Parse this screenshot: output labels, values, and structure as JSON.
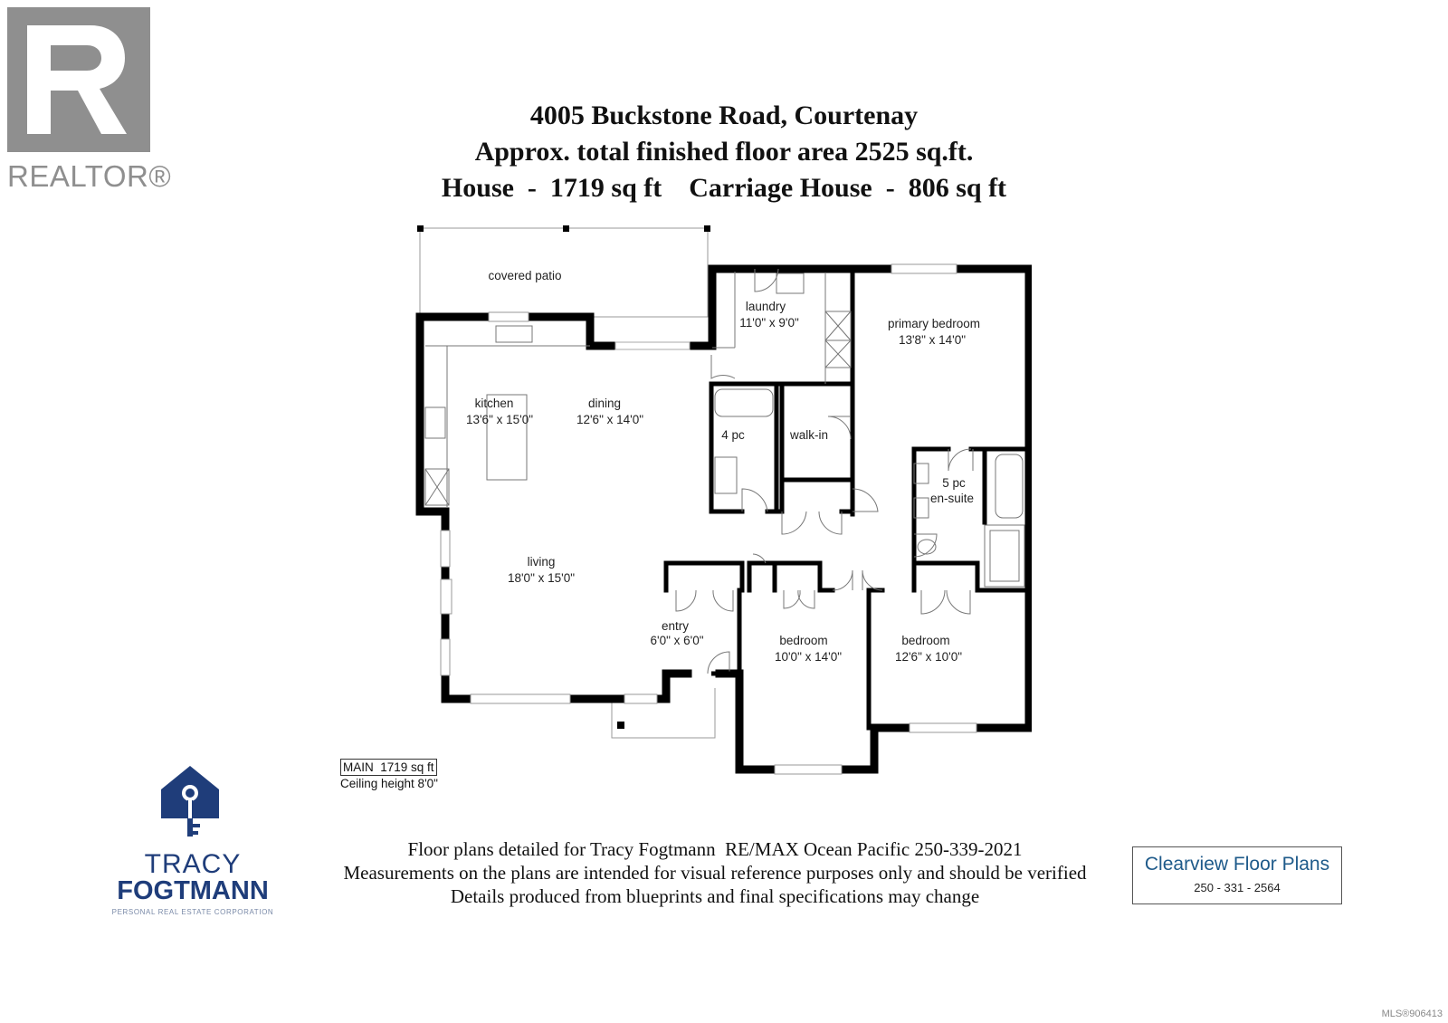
{
  "realtor": {
    "text": "REALTOR®"
  },
  "title": {
    "line1": "4005 Buckstone Road, Courtenay",
    "line2": "Approx. total finished floor area 2525 sq.ft.",
    "line3": "House  -  1719 sq ft    Carriage House  -  806 sq ft"
  },
  "rooms": {
    "covered_patio": "covered patio",
    "laundry": {
      "name": "laundry",
      "size": "11'0\" x 9'0\""
    },
    "primary_bedroom": {
      "name": "primary bedroom",
      "size": "13'8\" x 14'0\""
    },
    "kitchen": {
      "name": "kitchen",
      "size": "13'6\" x 15'0\""
    },
    "dining": {
      "name": "dining",
      "size": "12'6\" x 14'0\""
    },
    "bath_4pc": "4 pc",
    "walk_in": "walk-in",
    "ensuite": {
      "line1": "5 pc",
      "line2": "en-suite"
    },
    "living": {
      "name": "living",
      "size": "18'0\" x 15'0\""
    },
    "entry": {
      "name": "entry",
      "size": "6'0\" x 6'0\""
    },
    "bedroom1": {
      "name": "bedroom",
      "size": "10'0\" x 14'0\""
    },
    "bedroom2": {
      "name": "bedroom",
      "size": "12'6\" x 10'0\""
    }
  },
  "main_box": {
    "label": "MAIN  1719 sq ft",
    "ceiling": "Ceiling height 8'0\""
  },
  "agent": {
    "first": "TRACY",
    "last": "FOGTMANN",
    "corp": "PERSONAL REAL ESTATE CORPORATION"
  },
  "footer": {
    "line1": "Floor plans detailed for Tracy Fogtmann  RE/MAX Ocean Pacific 250-339-2021",
    "line2": "Measurements on the plans are intended for visual reference purposes only and should be verified",
    "line3": "Details produced from blueprints and final specifications may change"
  },
  "clearview": {
    "name": "Clearview Floor Plans",
    "phone": "250 - 331 - 2564"
  },
  "mls": "MLS®906413",
  "colors": {
    "realtor_gray": "#8f8f8f",
    "agent_blue": "#1f3d7a",
    "clearview_blue": "#1e5a8a",
    "wall": "#000000"
  }
}
